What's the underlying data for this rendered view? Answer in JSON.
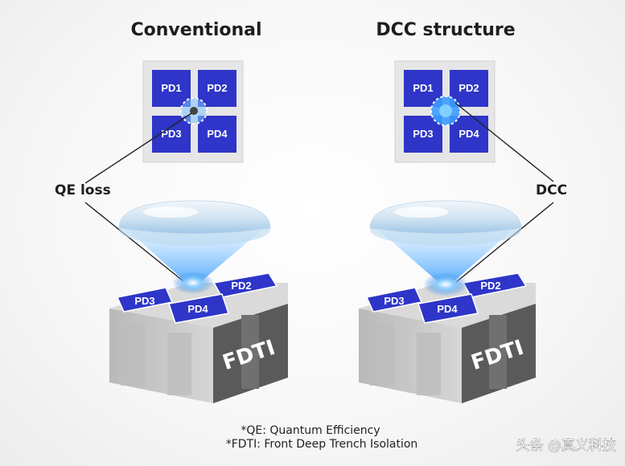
{
  "left": {
    "title": "Conventional",
    "pixels": [
      "PD1",
      "PD2",
      "PD3",
      "PD4"
    ],
    "callout": "QE loss",
    "block_pixels": [
      "PD2",
      "PD3",
      "PD4"
    ],
    "block_label": "FDTI"
  },
  "right": {
    "title": "DCC structure",
    "pixels": [
      "PD1",
      "PD2",
      "PD3",
      "PD4"
    ],
    "callout": "DCC",
    "block_pixels": [
      "PD2",
      "PD3",
      "PD4"
    ],
    "block_label": "FDTI"
  },
  "footnotes": {
    "qe": "*QE: Quantum Efficiency",
    "fdti": "*FDTI: Front Deep Trench Isolation"
  },
  "watermark": "头条 @真义科技",
  "colors": {
    "pixel_blue": "#2e35c8",
    "glow": "#5fb8ff",
    "block_light": "#c9c9c9",
    "block_dark": "#5a5a5a"
  }
}
